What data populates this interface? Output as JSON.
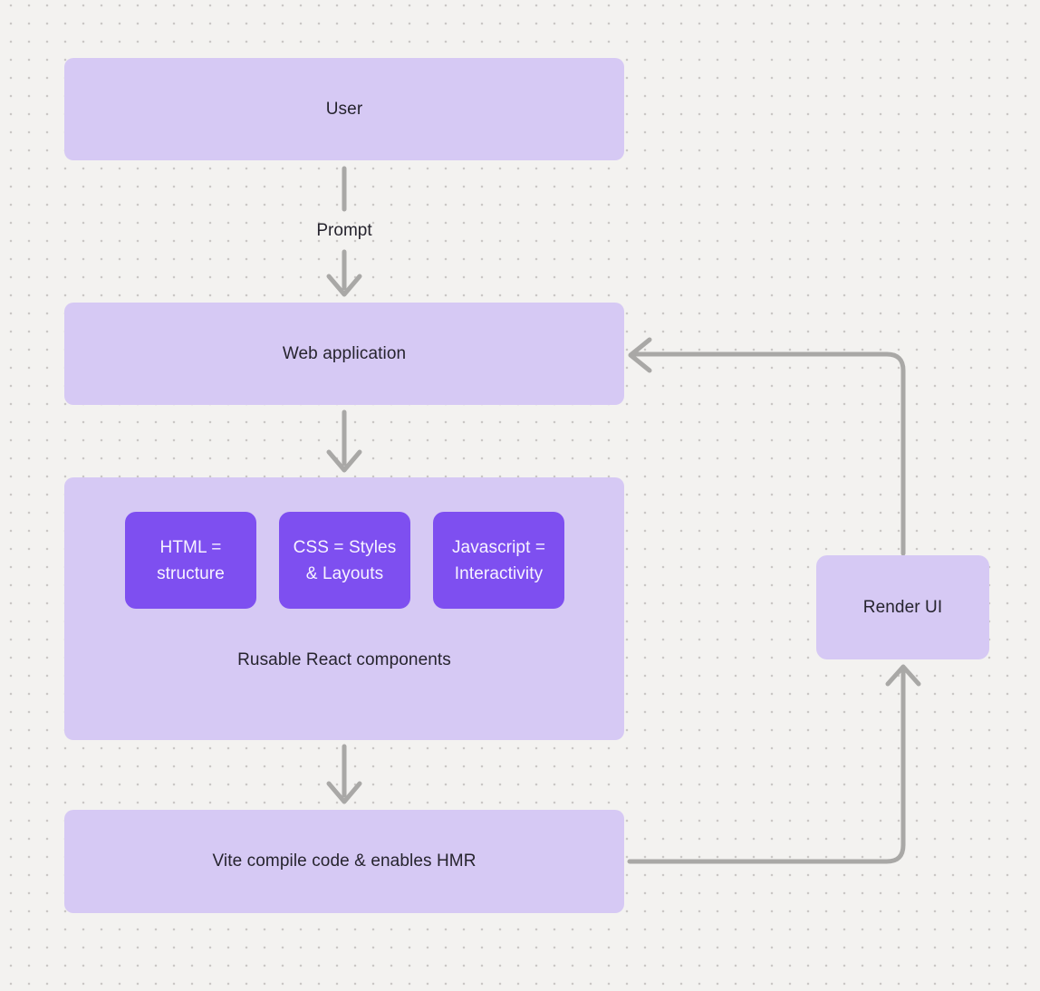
{
  "colors": {
    "background": "#f3f2f0",
    "dot": "#c9c6c4",
    "node_fill": "#d6c9f4",
    "chip_fill": "#7e4ff0",
    "arrow": "#a9a8a6",
    "text_dark": "#26242e",
    "text_light": "#f7f3ff"
  },
  "nodes": {
    "user": {
      "label": "User"
    },
    "web_application": {
      "label": "Web application"
    },
    "components": {
      "caption": "Rusable React components",
      "chips": [
        {
          "line1": "HTML =",
          "line2": "structure"
        },
        {
          "line1": "CSS = Styles",
          "line2": "& Layouts"
        },
        {
          "line1": "Javascript =",
          "line2": "Interactivity"
        }
      ]
    },
    "vite": {
      "label": "Vite compile code & enables HMR"
    },
    "render_ui": {
      "label": "Render UI"
    }
  },
  "edges": {
    "user_to_web": {
      "label": "Prompt"
    }
  }
}
